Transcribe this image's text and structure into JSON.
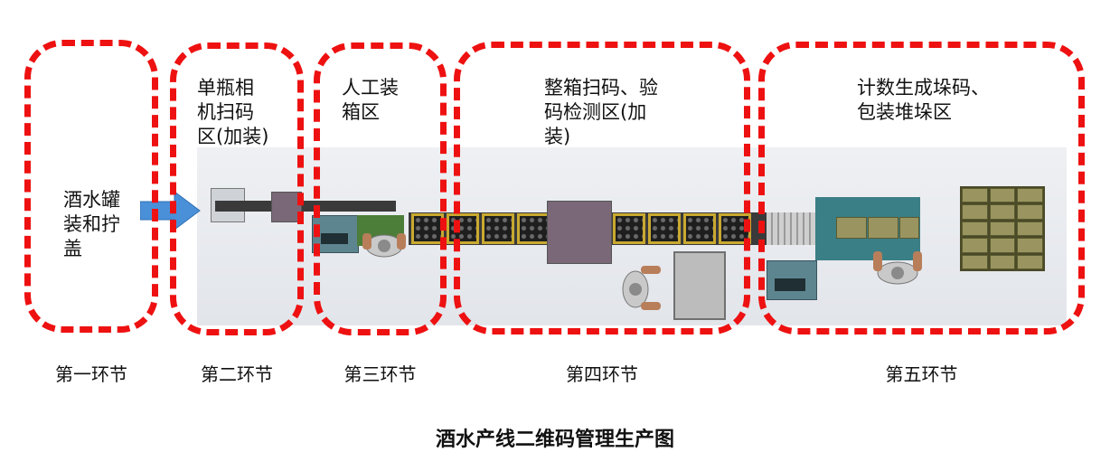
{
  "zones": [
    {
      "lines": [
        "酒水罐",
        "装和拧",
        "盖"
      ],
      "stage": "第一环节"
    },
    {
      "lines": [
        "单瓶相",
        "机扫码",
        "区(加装)"
      ],
      "stage": "第二环节"
    },
    {
      "lines": [
        "人工装",
        "箱区"
      ],
      "stage": "第三环节"
    },
    {
      "lines": [
        "整箱扫码、验",
        "码检测区(加",
        "装)"
      ],
      "stage": "第四环节"
    },
    {
      "lines": [
        "计数生成垛码、",
        "包装堆垛区"
      ],
      "stage": "第五环节"
    }
  ],
  "caption": "酒水产线二维码管理生产图",
  "colors": {
    "zone_border": "#ee1111",
    "arrow": "#4a90d9"
  }
}
